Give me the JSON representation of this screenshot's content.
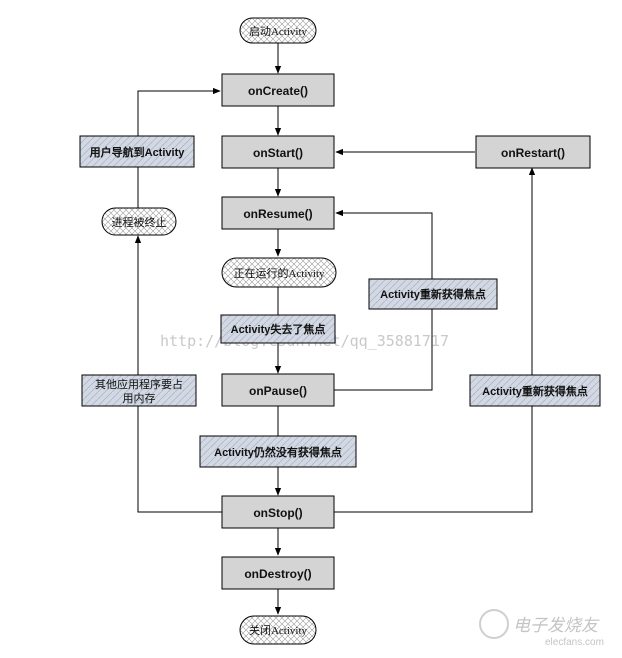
{
  "terminals": {
    "start": "启动Activity",
    "running": "正在运行的Activity",
    "end": "关闭Activity",
    "killed": "进程被终止"
  },
  "states": {
    "create": "onCreate()",
    "start": "onStart()",
    "restart": "onRestart()",
    "resume": "onResume()",
    "pause": "onPause()",
    "stop": "onStop()",
    "destroy": "onDestroy()"
  },
  "notes": {
    "nav_to": "用户导航到Activity",
    "regain_focus_1": "Activity重新获得焦点",
    "lost_focus": "Activity失去了焦点",
    "other_apps_line1": "其他应用程序要占",
    "other_apps_line2": "用内存",
    "regain_focus_2": "Activity重新获得焦点",
    "still_no_focus": "Activity仍然没有获得焦点"
  },
  "watermark": {
    "url": "http://blog.csdn.net/qq_35881717",
    "logo": "电子发烧友",
    "logo_site": "elecfans.com"
  },
  "colors": {
    "node_fill": "#d4d4d4",
    "note_fill": "#cfd6e3",
    "line": "#000000"
  }
}
